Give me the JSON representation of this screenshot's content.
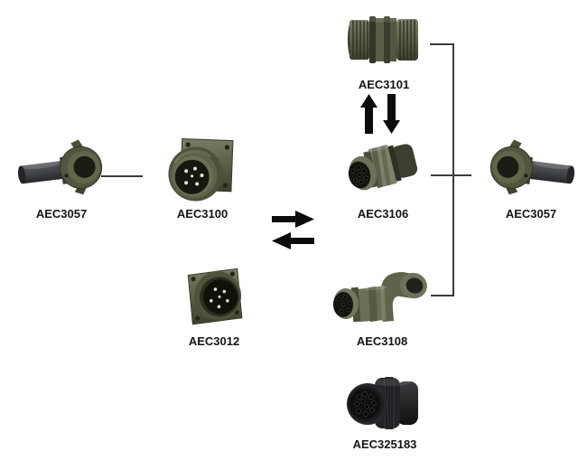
{
  "diagram": {
    "connectors": [
      {
        "id": "aec3057-left",
        "label": "AEC3057"
      },
      {
        "id": "aec3100",
        "label": "AEC3100"
      },
      {
        "id": "aec3101",
        "label": "AEC3101"
      },
      {
        "id": "aec3106",
        "label": "AEC3106"
      },
      {
        "id": "aec3057-right",
        "label": "AEC3057"
      },
      {
        "id": "aec3012",
        "label": "AEC3012"
      },
      {
        "id": "aec3108",
        "label": "AEC3108"
      },
      {
        "id": "aec325183",
        "label": "AEC325183"
      }
    ],
    "icons": {
      "swap_horizontal": "swap-horizontal-arrows",
      "swap_vertical": "swap-vertical-arrows"
    },
    "colors": {
      "olive": "#5d604a",
      "olive_dark": "#3c3e2c",
      "black_part": "#1d1e20",
      "pin": "#e9e2cb",
      "line": "#3b3b3b",
      "arrow": "#0c0c0c",
      "label_text": "#151515",
      "background": "#ffffff"
    }
  }
}
